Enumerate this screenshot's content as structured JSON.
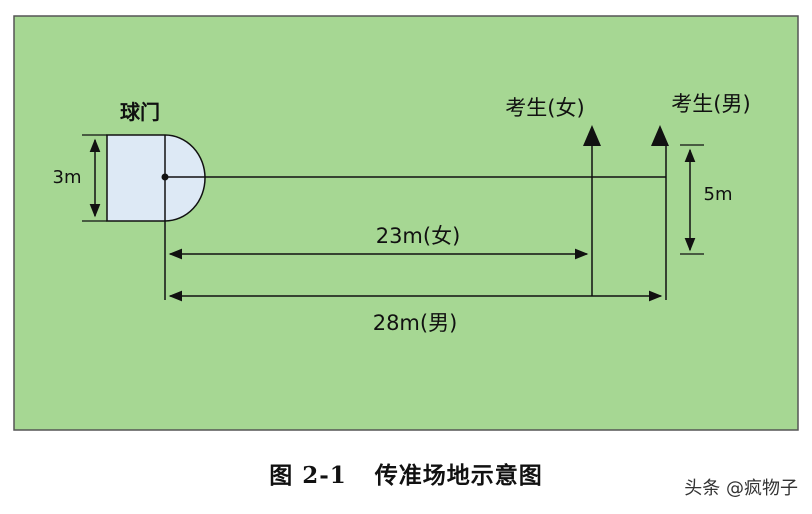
{
  "labels": {
    "goal": "球门",
    "goal_width": "3m",
    "female_examinee": "考生(女)",
    "male_examinee": "考生(男)",
    "female_distance": "23m(女)",
    "male_distance": "28m(男)",
    "offset": "5m"
  },
  "caption": {
    "number": "图 2-1",
    "title": "传准场地示意图"
  },
  "watermark": "头条 @疯物子",
  "colors": {
    "field": "#a6d793",
    "border": "#555555",
    "goal_fill": "#dde9f5",
    "line": "#111111"
  }
}
